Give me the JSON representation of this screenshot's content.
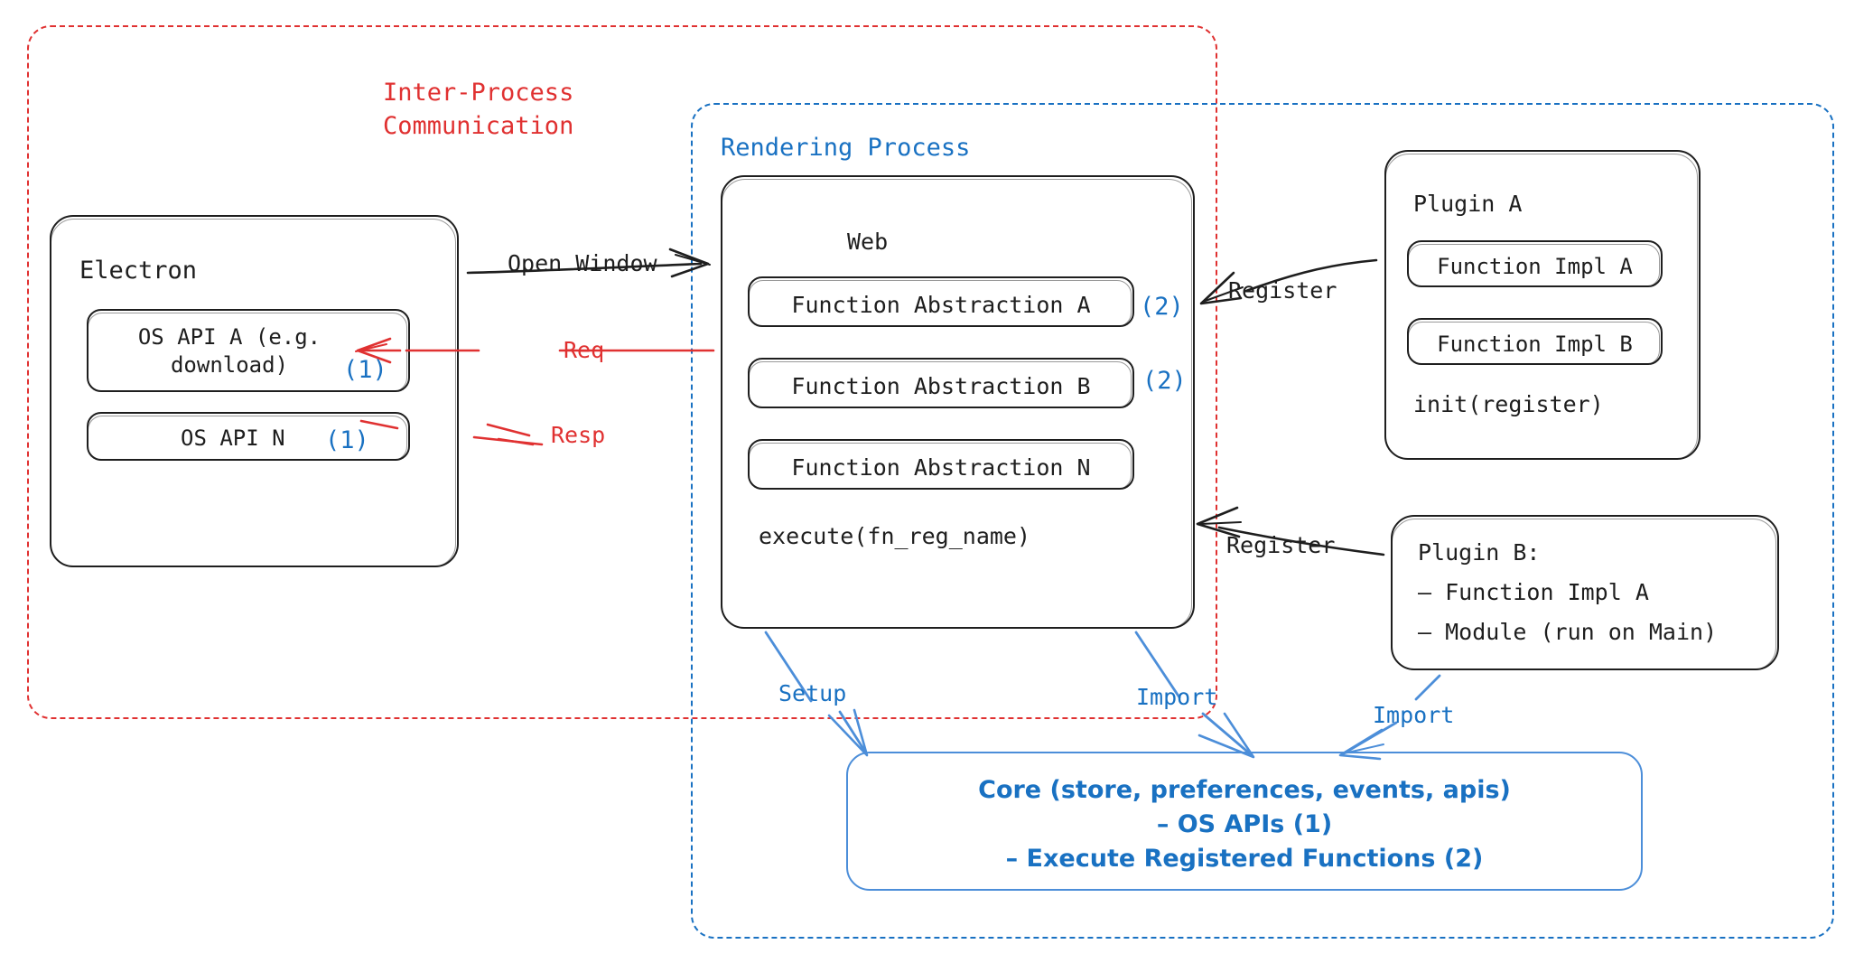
{
  "diagram": {
    "title": "Electron plugin architecture",
    "colors": {
      "ink": "#1e1e1e",
      "red": "#e03131",
      "blue": "#1971c2"
    }
  },
  "regions": {
    "ipc": {
      "label": "Inter-Process\nCommunication",
      "color": "#e03131",
      "style": "dashed"
    },
    "rendering": {
      "label": "Rendering Process",
      "color": "#1971c2",
      "style": "dashed"
    }
  },
  "electron": {
    "title": "Electron",
    "apis": [
      {
        "label": "OS API A (e.g.\ndownload)",
        "marker": "(1)"
      },
      {
        "label": "OS API N",
        "marker": "(1)"
      }
    ]
  },
  "web": {
    "title": "Web",
    "abstractions": [
      {
        "label": "Function Abstraction A",
        "marker": "(2)"
      },
      {
        "label": "Function Abstraction B",
        "marker": "(2)"
      },
      {
        "label": "Function Abstraction N",
        "marker": ""
      }
    ],
    "footer": "execute(fn_reg_name)"
  },
  "plugin_a": {
    "title": "Plugin A",
    "impls": [
      {
        "label": "Function Impl A"
      },
      {
        "label": "Function Impl B"
      }
    ],
    "footer": "init(register)"
  },
  "plugin_b": {
    "title": "Plugin B:",
    "lines": [
      "– Function Impl A",
      "– Module (run on Main)"
    ]
  },
  "core": {
    "lines": [
      "Core (store, preferences, events, apis)",
      "– OS APIs (1)",
      "– Execute Registered Functions (2)"
    ]
  },
  "edges": {
    "open_window": {
      "label": "Open Window",
      "color": "#1e1e1e"
    },
    "req": {
      "label": "Req",
      "color": "#e03131"
    },
    "resp": {
      "label": "Resp",
      "color": "#e03131"
    },
    "register_a": {
      "label": "Register",
      "color": "#1e1e1e"
    },
    "register_b": {
      "label": "Register",
      "color": "#1e1e1e"
    },
    "setup": {
      "label": "Setup",
      "color": "#1971c2"
    },
    "import_web": {
      "label": "Import",
      "color": "#1971c2"
    },
    "import_plugin": {
      "label": "Import",
      "color": "#1971c2"
    }
  }
}
